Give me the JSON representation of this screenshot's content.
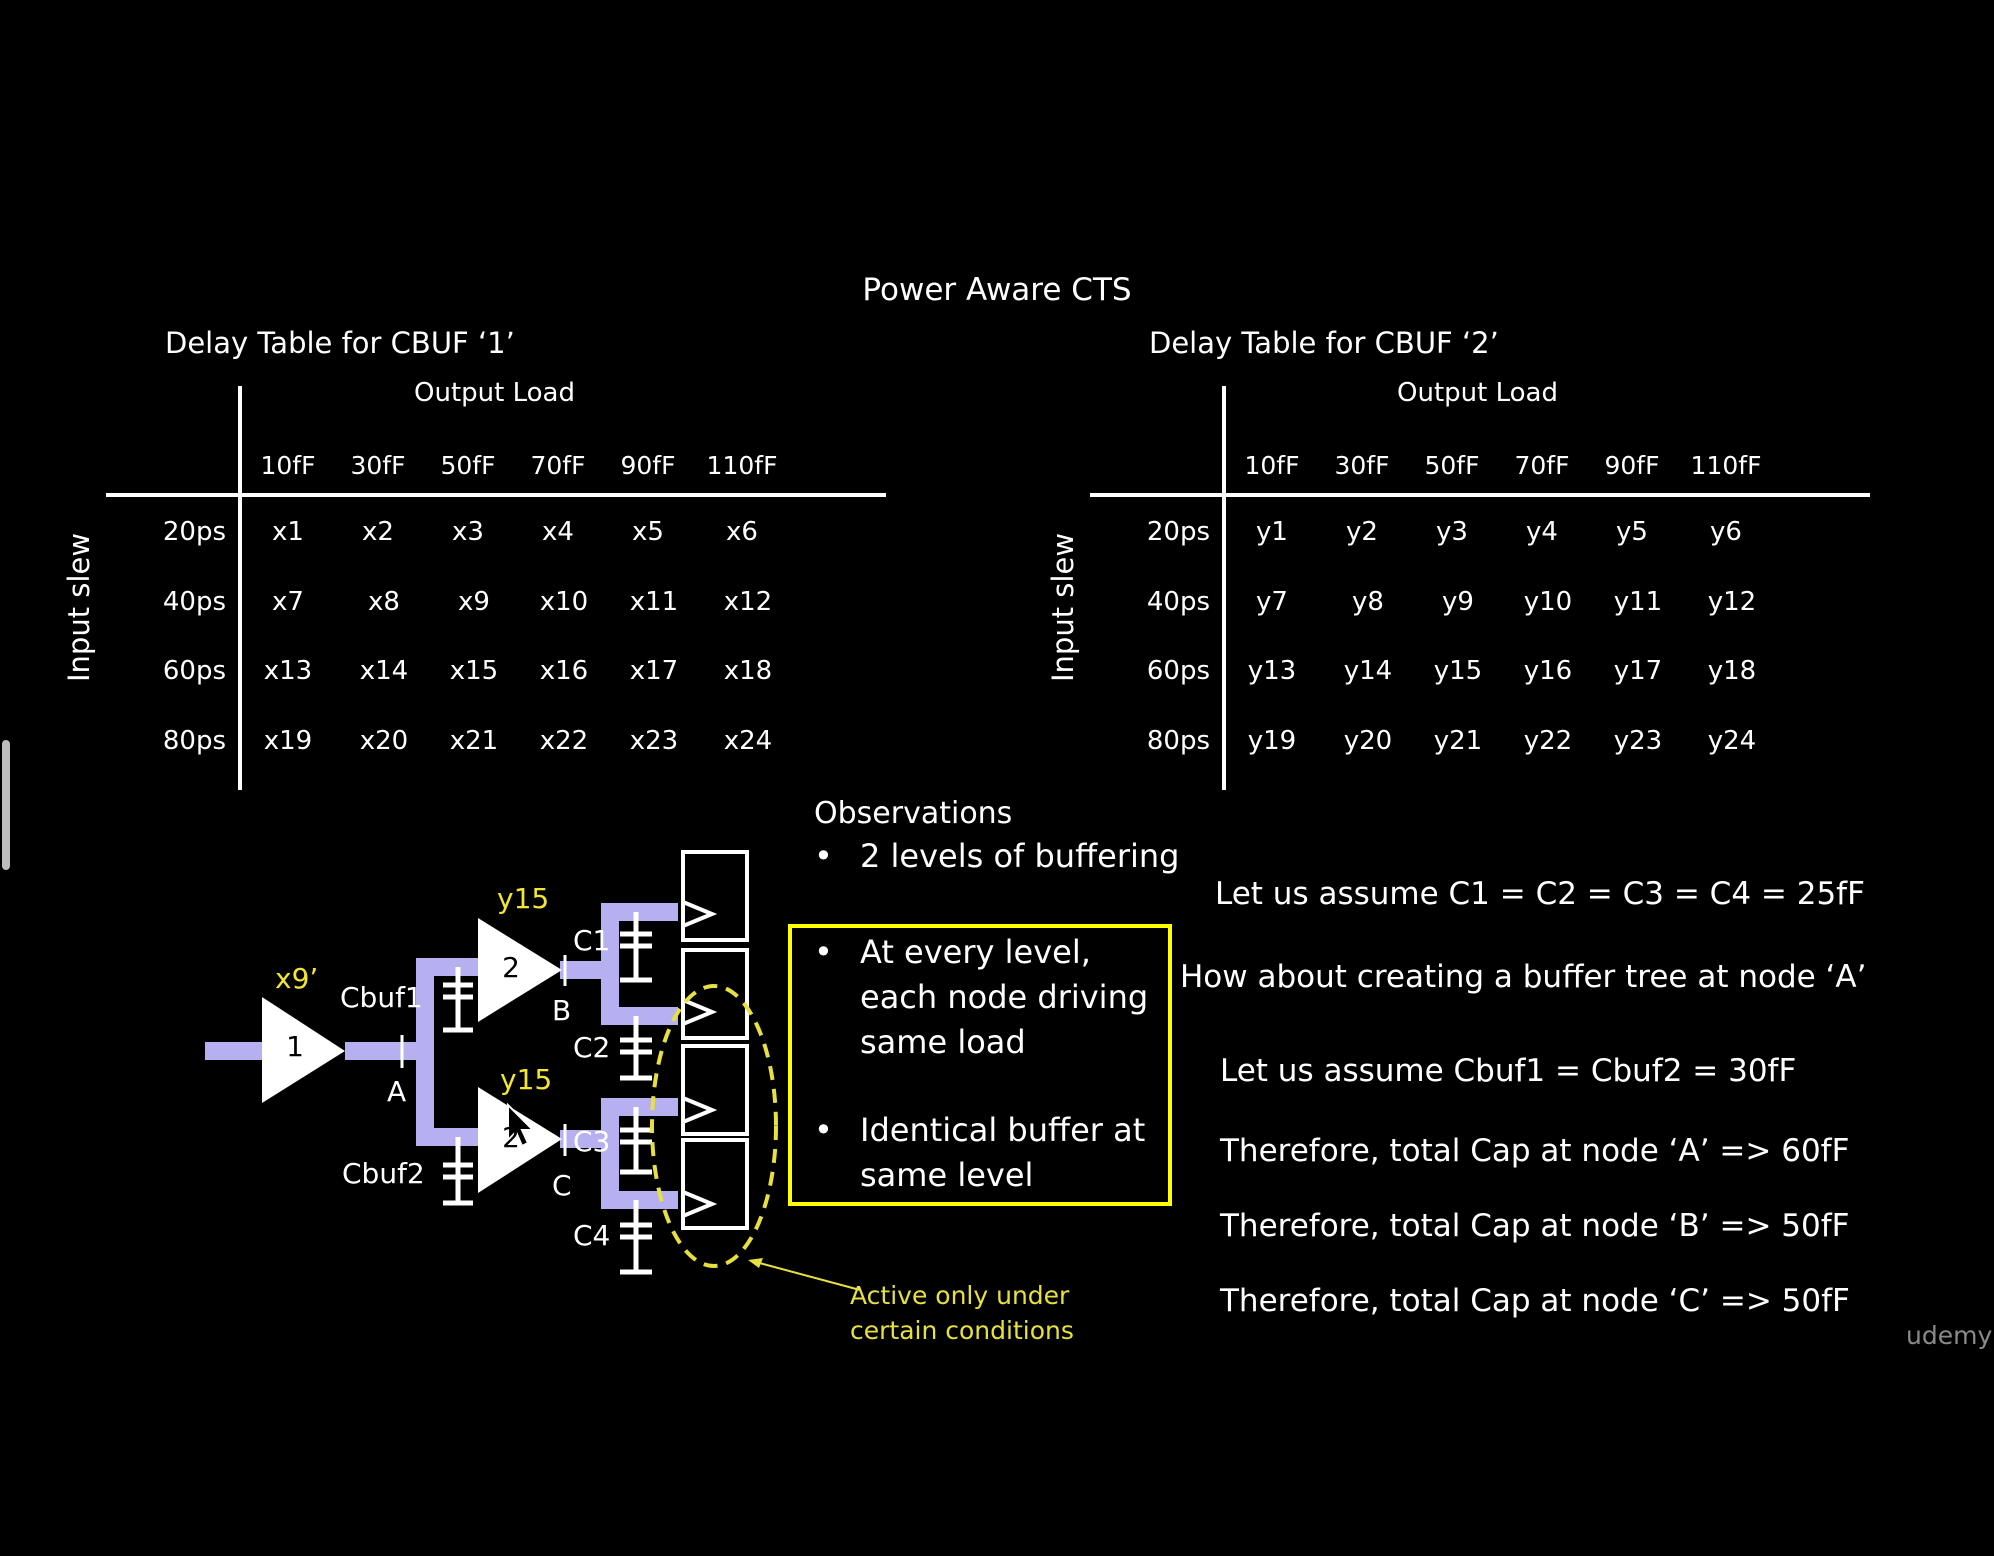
{
  "title": "Power Aware CTS",
  "table1": {
    "title": "Delay Table for CBUF ‘1’",
    "col_header": "Output Load",
    "row_header": "Input slew",
    "columns": [
      "10fF",
      "30fF",
      "50fF",
      "70fF",
      "90fF",
      "110fF"
    ],
    "rows": [
      "20ps",
      "40ps",
      "60ps",
      "80ps"
    ],
    "cells": [
      [
        "x1",
        "x2",
        "x3",
        "x4",
        "x5",
        "x6"
      ],
      [
        "x7",
        "x8",
        "x9",
        "x10",
        "x11",
        "x12"
      ],
      [
        "x13",
        "x14",
        "x15",
        "x16",
        "x17",
        "x18"
      ],
      [
        "x19",
        "x20",
        "x21",
        "x22",
        "x23",
        "x24"
      ]
    ]
  },
  "table2": {
    "title": "Delay Table for CBUF ‘2’",
    "col_header": "Output Load",
    "row_header": "Input slew",
    "columns": [
      "10fF",
      "30fF",
      "50fF",
      "70fF",
      "90fF",
      "110fF"
    ],
    "rows": [
      "20ps",
      "40ps",
      "60ps",
      "80ps"
    ],
    "cells": [
      [
        "y1",
        "y2",
        "y3",
        "y4",
        "y5",
        "y6"
      ],
      [
        "y7",
        "y8",
        "y9",
        "y10",
        "y11",
        "y12"
      ],
      [
        "y13",
        "y14",
        "y15",
        "y16",
        "y17",
        "y18"
      ],
      [
        "y19",
        "y20",
        "y21",
        "y22",
        "y23",
        "y24"
      ]
    ]
  },
  "circuit": {
    "buf1_label": "1",
    "buf1_delay": "x9’",
    "buf2_label": "2",
    "buf2_delay": "y15",
    "buf3_label": "2",
    "buf3_delay": "y15",
    "cbuf1": "Cbuf1",
    "cbuf2": "Cbuf2",
    "node_a": "A",
    "node_b": "B",
    "node_c": "C",
    "c1": "C1",
    "c2": "C2",
    "c3": "C3",
    "c4": "C4",
    "annotation": "Active only under certain conditions"
  },
  "observations": {
    "heading": "Observations",
    "item1": "2 levels of buffering",
    "item2": "At every level, each node driving same load",
    "item3": "Identical buffer at same level"
  },
  "notes": {
    "n1": "Let us assume C1 = C2 = C3 = C4 = 25fF",
    "n2": "How about creating a buffer tree at node ‘A’",
    "n3": "Let us assume Cbuf1 = Cbuf2 = 30fF",
    "n4": "Therefore, total Cap at node ‘A’  => 60fF",
    "n5": "Therefore, total Cap at node ‘B’  => 50fF",
    "n6": "Therefore, total Cap at node ‘C’  => 50fF"
  },
  "watermark": "udemy",
  "colors": {
    "wire": "#b7b0f0",
    "highlight": "#ffff00",
    "annotation": "#e6e040"
  }
}
